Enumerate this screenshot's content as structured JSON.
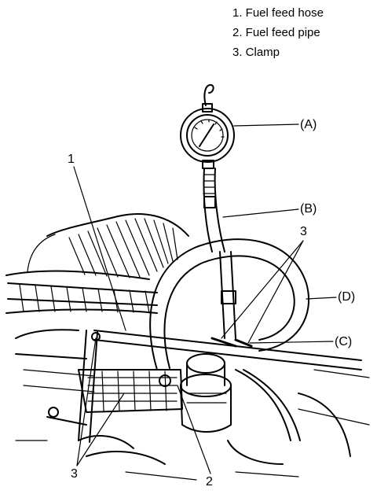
{
  "legend": {
    "items": [
      "1. Fuel feed hose",
      "2. Fuel feed pipe",
      "3. Clamp"
    ]
  },
  "callouts": {
    "A": "(A)",
    "B": "(B)",
    "C": "(C)",
    "D": "(D)",
    "n1": "1",
    "n2": "2",
    "n3_top": "3",
    "n3_bottom": "3"
  },
  "icons": {
    "gauge": "pressure-gauge-icon",
    "engine": "engine-bay-illustration"
  }
}
